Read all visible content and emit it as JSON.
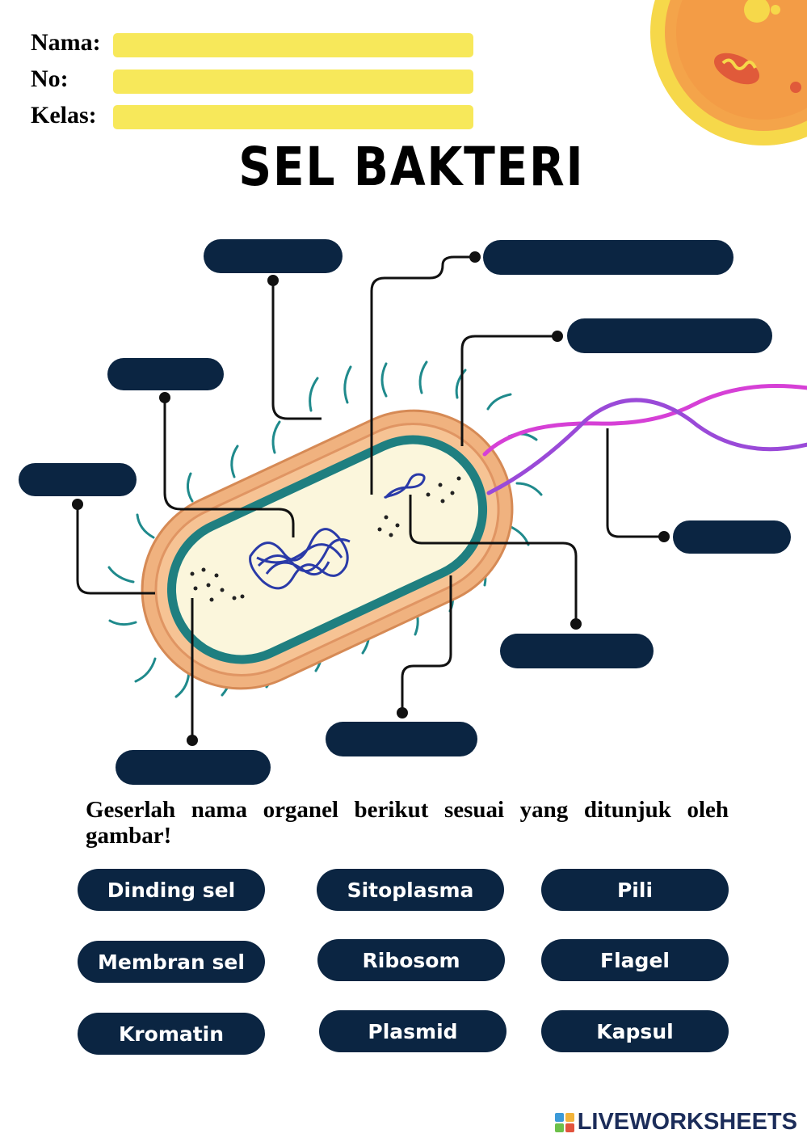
{
  "form": {
    "name_label": "Nama:",
    "number_label": "No:",
    "class_label": "Kelas:"
  },
  "title": "SEL BAKTERI",
  "instruction": "Geserlah nama organel berikut sesuai yang ditunjuk oleh gambar!",
  "word_bank": [
    {
      "label": "Dinding sel"
    },
    {
      "label": "Sitoplasma"
    },
    {
      "label": "Pili"
    },
    {
      "label": "Membran sel"
    },
    {
      "label": "Ribosom"
    },
    {
      "label": "Flagel"
    },
    {
      "label": "Kromatin"
    },
    {
      "label": "Plasmid"
    },
    {
      "label": "Kapsul"
    }
  ],
  "footer": {
    "brand": "LIVEWORKSHEETS"
  },
  "colors": {
    "input_fill": "#f7e85a",
    "answer_box": "#0b2542",
    "capsule": "#f0b27f",
    "membrane": "#1f7f80",
    "flagellum": "#d640d6",
    "pili": "#1f8a8c",
    "dna": "#2a3aa8"
  }
}
